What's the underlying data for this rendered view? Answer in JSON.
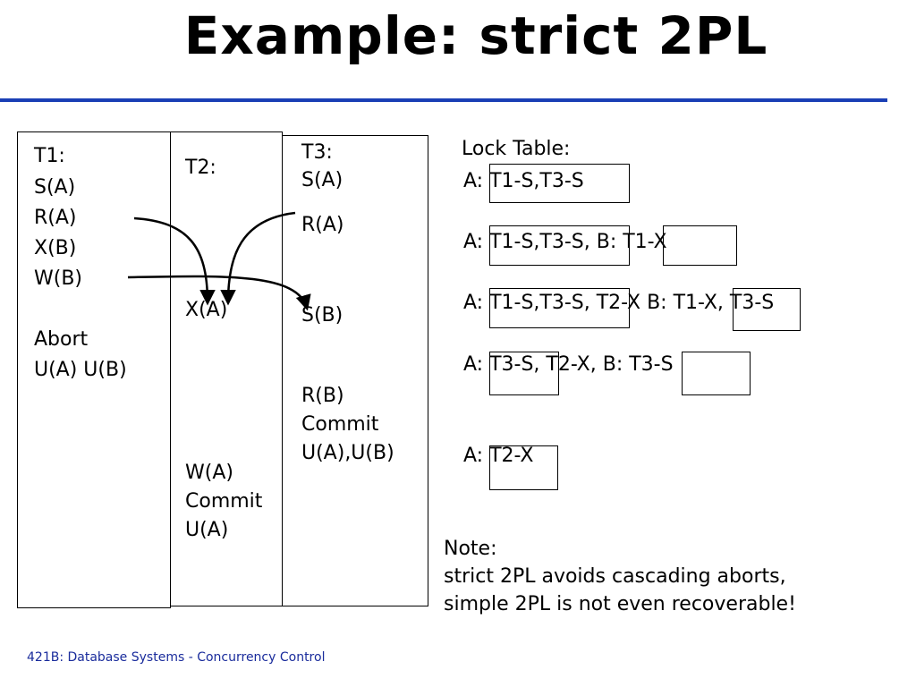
{
  "slide": {
    "title": "Example: strict 2PL",
    "footer": "421B: Database Systems - Concurrency Control",
    "accent_color": "#1a3fb5",
    "footer_color": "#1a2c9c"
  },
  "transactions": {
    "t1": {
      "header": "T1:",
      "ops": [
        "S(A)",
        "R(A)",
        "X(B)",
        "W(B)"
      ],
      "abort": "Abort",
      "unlock": "U(A) U(B)"
    },
    "t2": {
      "header": "T2:",
      "lock": "X(A)",
      "write": "W(A)",
      "commit": "Commit",
      "unlock": "U(A)"
    },
    "t3": {
      "header": "T3:",
      "lock_a": "S(A)",
      "read_a": "R(A)",
      "lock_b": "S(B)",
      "read_b": "R(B)",
      "commit": "Commit",
      "unlock": "U(A),U(B)"
    }
  },
  "lock_table": {
    "title": "Lock Table:",
    "rows": [
      "A: T1-S,T3-S",
      "A: T1-S,T3-S, B: T1-X",
      "A: T1-S,T3-S, T2-X B: T1-X, T3-S",
      "A: T3-S, T2-X,  B: T3-S",
      "A: T2-X"
    ]
  },
  "note": {
    "label": "Note:",
    "line1": "strict 2PL avoids cascading aborts,",
    "line2": "simple 2PL is not even recoverable!"
  }
}
